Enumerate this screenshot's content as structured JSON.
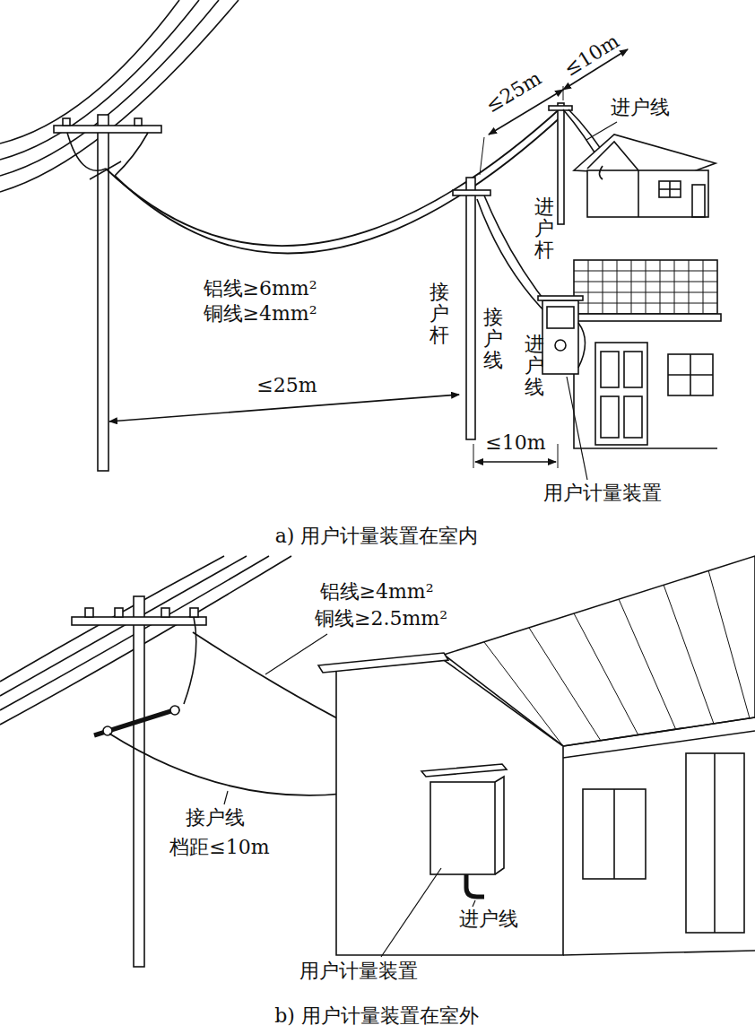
{
  "diagram": {
    "labels": [
      "≤10m",
      "≤25m",
      "进户线",
      "进户杆",
      "铝线≥6mm²",
      "铜线≥4mm²",
      "接户杆",
      "接户线",
      "进户线",
      "≤25m",
      "≤10m",
      "用户计量装置",
      "a) 用户计量装置在室内",
      "铝线≥4mm²",
      "铜线≥2.5mm²",
      "接户线",
      "档距≤10m",
      "进户线",
      "用户计量装置",
      "b) 用户计量装置在室外"
    ]
  }
}
